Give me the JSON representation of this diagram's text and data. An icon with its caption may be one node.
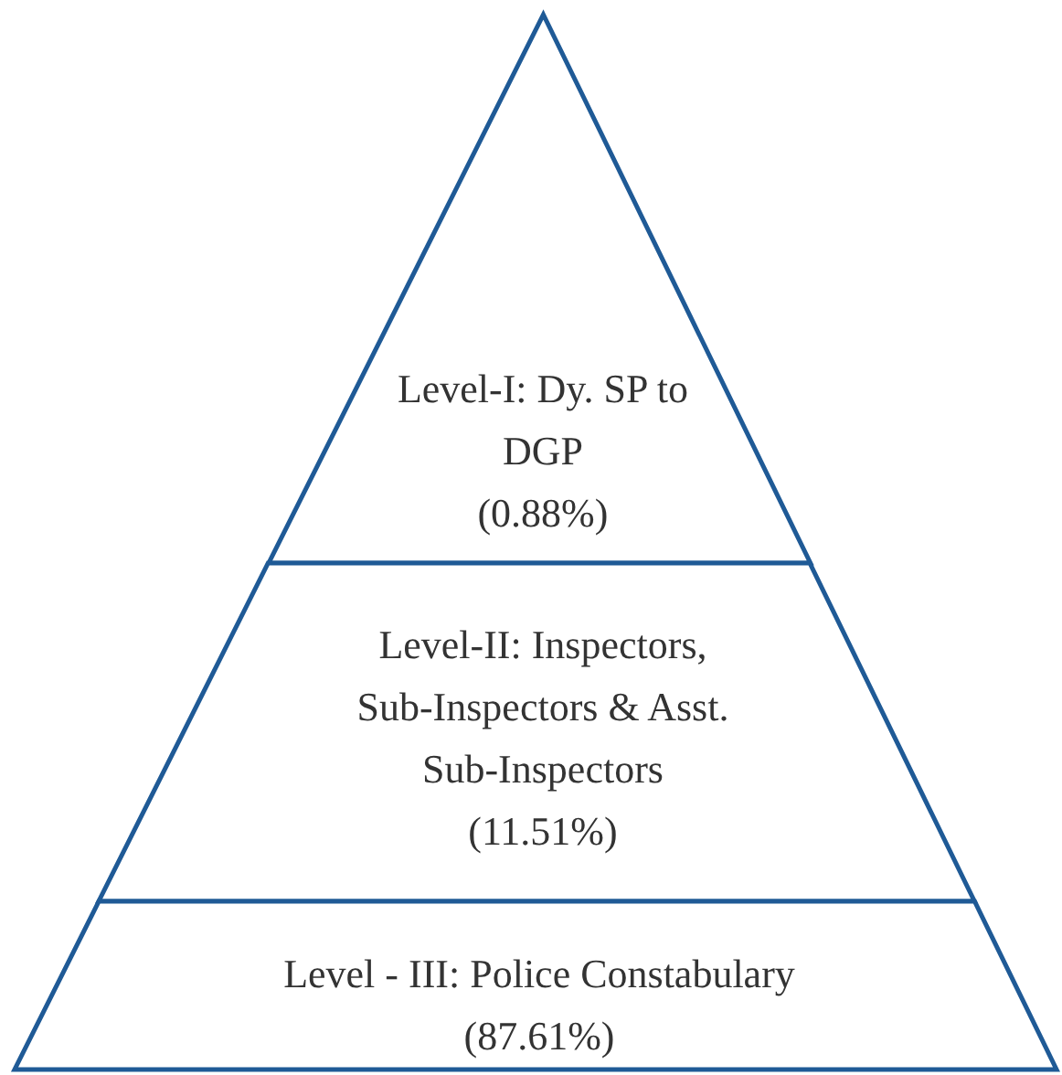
{
  "diagram": {
    "nodes": [
      {
        "text": [
          "Level-I: Dy. SP to DGP",
          "(0.88%)"
        ]
      },
      {
        "text": [
          "Level-II: Inspectors, Sub-Inspectors & Asst. Sub-Inspectors",
          "(11.51%)"
        ]
      },
      {
        "text": [
          "Level - III: Police Constabulary",
          "(87.61%)"
        ]
      }
    ]
  }
}
